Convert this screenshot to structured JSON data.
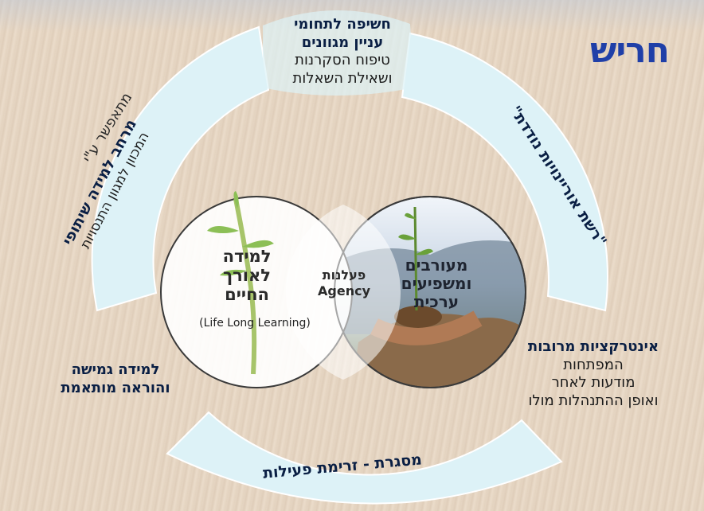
{
  "title": "חריש",
  "top_block": {
    "line1": "חשיפה לתחומי",
    "line2": "עניין מגוונים",
    "line3": "טיפוח הסקרנות",
    "line4": "ושאילת השאלות"
  },
  "right_arc_label": "\"רשת אוריינויות נודדת\"",
  "left_arc": {
    "enabled_by": "מתאפשר ע\"י",
    "bold": "מרחב למידה שיתופי",
    "sub": "המכוון למגוון התנסויות"
  },
  "bottom_arc_label": "מסגרת - זרימת פעילות",
  "left_circle": {
    "line1": "למידה",
    "line2": "לאורך",
    "line3": "החיים",
    "english": "(Life Long Learning)"
  },
  "overlap": {
    "hebrew": "פעלנות",
    "english": "Agency"
  },
  "right_circle": {
    "line1": "מעורבים",
    "line2": "ומשפיעים",
    "line3": "ערכית"
  },
  "bottom_left": {
    "line1": "למידה גמישה",
    "line2": "והוראה מותאמת"
  },
  "bottom_right": {
    "line1": "אינטרקציות מרובות",
    "line2": "המפתחות",
    "line3": "מודעות לאחר",
    "line4": "ואופן ההתנהלות מולו"
  },
  "colors": {
    "arc": "#ddf2f7",
    "title": "#1f3fa8",
    "bold_text": "#0a1f44"
  }
}
